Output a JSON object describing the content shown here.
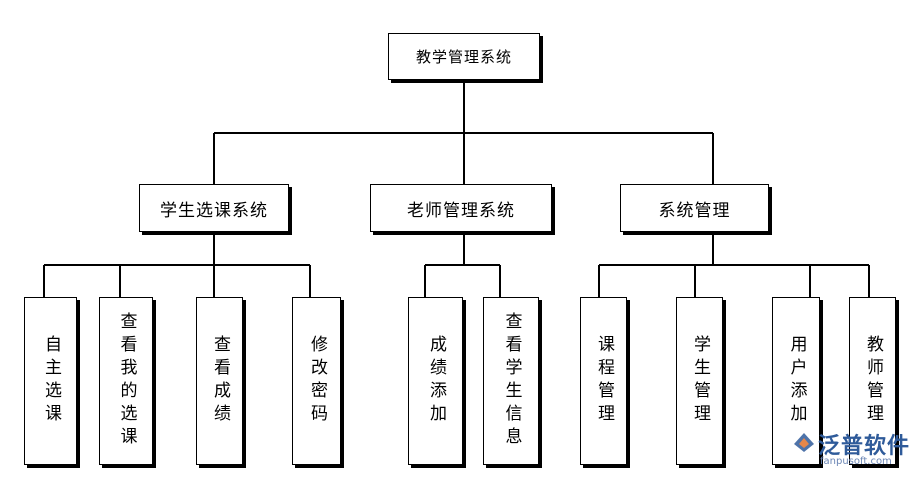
{
  "root": {
    "label": "教学管理系统"
  },
  "branches": [
    {
      "label": "学生选课系统",
      "children": [
        "自主选课",
        "查看我的选课",
        "查看成绩",
        "修改密码"
      ]
    },
    {
      "label": "老师管理系统",
      "children": [
        "成绩添加",
        "查看学生信息"
      ]
    },
    {
      "label": "系统管理",
      "children": [
        "课程管理",
        "学生管理",
        "用户添加",
        "教师管理"
      ]
    }
  ],
  "watermark": {
    "brand": "泛普软件",
    "url": "fanpusoft.com",
    "color": "#2f5b9a"
  }
}
